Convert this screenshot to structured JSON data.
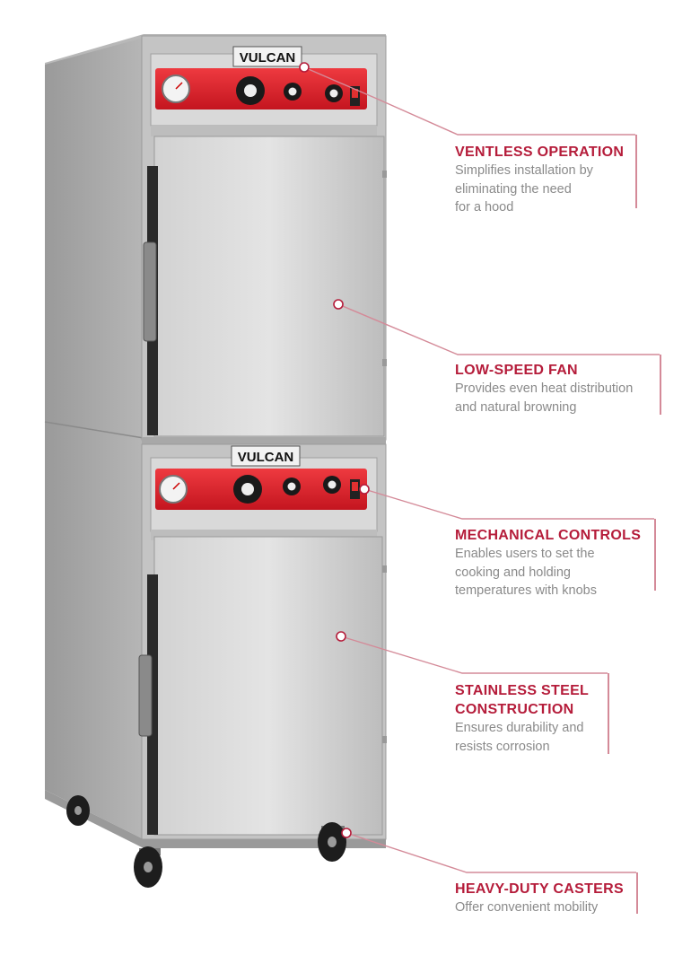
{
  "brand": {
    "logo_text": "VULCAN"
  },
  "callouts": [
    {
      "title": "VENTLESS OPERATION",
      "desc_lines": [
        "Simplifies installation by",
        "eliminating the need",
        "for a hood"
      ]
    },
    {
      "title": "LOW-SPEED FAN",
      "desc_lines": [
        "Provides even heat distribution",
        "and natural browning"
      ]
    },
    {
      "title": "MECHANICAL CONTROLS",
      "desc_lines": [
        "Enables users to set the",
        "cooking and holding",
        "temperatures with knobs"
      ]
    },
    {
      "title_lines": [
        "STAINLESS STEEL",
        "CONSTRUCTION"
      ],
      "desc_lines": [
        "Ensures durability and",
        "resists corrosion"
      ]
    },
    {
      "title": "HEAVY-DUTY CASTERS",
      "desc_lines": [
        "Offer convenient mobility"
      ]
    }
  ],
  "colors": {
    "accent": "#b51c3a",
    "description": "#8a8a8a",
    "control_panel": "#d81f2e",
    "steel": "#c9c9c9"
  }
}
